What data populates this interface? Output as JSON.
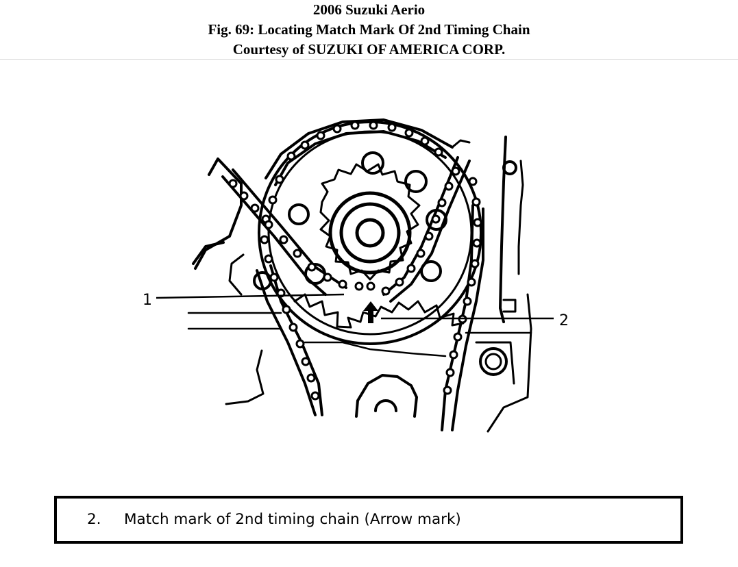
{
  "header": {
    "title": "2006 Suzuki Aerio",
    "figure_caption": "Fig. 69: Locating Match Mark Of 2nd Timing Chain",
    "courtesy": "Courtesy of SUZUKI OF AMERICA CORP."
  },
  "diagram": {
    "callouts": [
      {
        "label": "1"
      },
      {
        "label": "2"
      }
    ]
  },
  "legend": {
    "items": [
      {
        "number": "2.",
        "text": "Match mark of 2nd timing chain (Arrow mark)"
      }
    ]
  }
}
